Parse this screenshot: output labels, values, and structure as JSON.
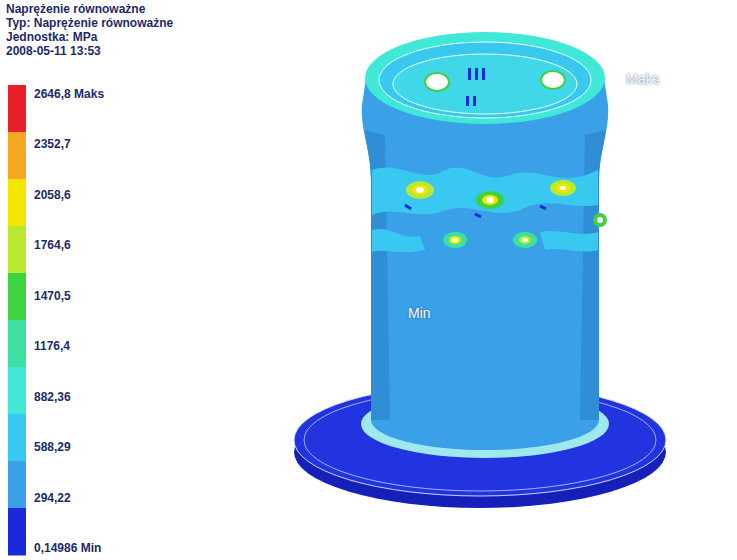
{
  "diagram": {
    "title": "Naprężenie równoważne",
    "labels": [
      "Typ: Naprężenie równoważne",
      "Jednostka: MPa",
      "2008-05-11 13:53",
      "Maks",
      "Min"
    ],
    "legend": [
      {
        "text": "2646,8 Maks",
        "color": "#e8202a"
      },
      {
        "text": "2352,7",
        "color": "#f5a623"
      },
      {
        "text": "2058,6",
        "color": "#f2e600"
      },
      {
        "text": "1764,6",
        "color": "#b8e830"
      },
      {
        "text": "1470,5",
        "color": "#3fd23f"
      },
      {
        "text": "1176,4",
        "color": "#3ce0a0"
      },
      {
        "text": "882,36",
        "color": "#40e8d8"
      },
      {
        "text": "588,29",
        "color": "#38c8f0"
      },
      {
        "text": "294,22",
        "color": "#3aa0e8"
      },
      {
        "text": "0,14986 Min",
        "color": "#1a2ad8"
      }
    ]
  }
}
